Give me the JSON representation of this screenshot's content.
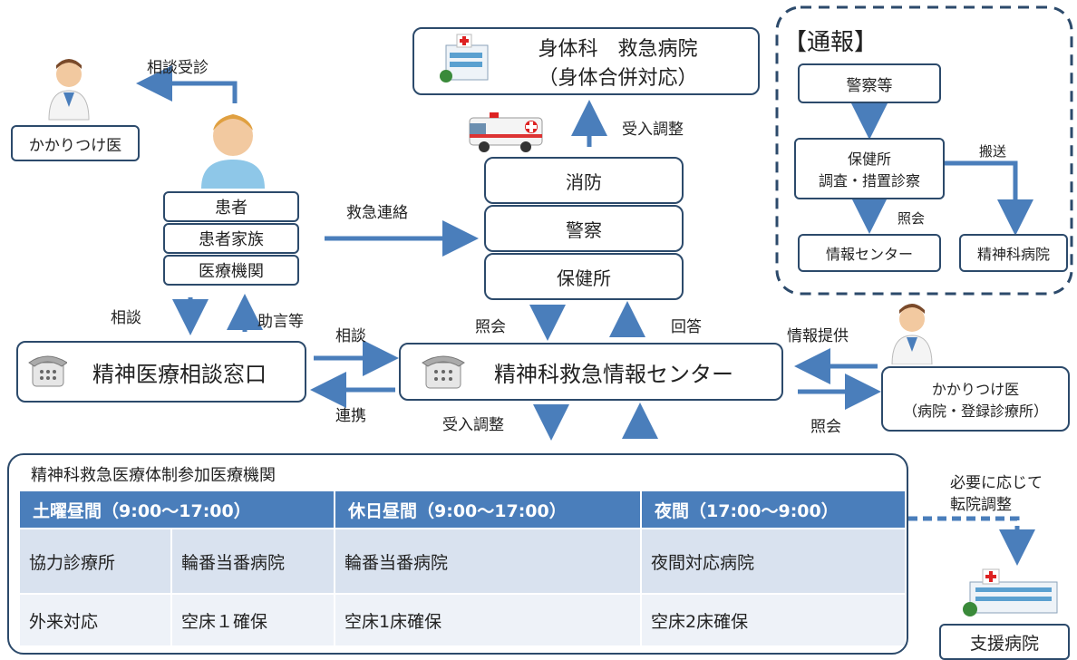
{
  "top_hospital": {
    "line1": "身体科　救急病院",
    "line2": "（身体合併対応）"
  },
  "report": {
    "title": "【通報】",
    "police_etc": "警察等",
    "health_center_line1": "保健所",
    "health_center_line2": "調査・措置診察",
    "transport": "搬送",
    "inquiry": "照会",
    "info_center": "情報センター",
    "psych_hospital": "精神科病院"
  },
  "family_doctor_left": "かかりつけ医",
  "consult_visit": "相談受診",
  "patient_boxes": [
    "患者",
    "患者家族",
    "医療機関"
  ],
  "emergency_contact": "救急連絡",
  "agencies": [
    "消防",
    "警察",
    "保健所"
  ],
  "accept_adjust_top": "受入調整",
  "consult": "相談",
  "advice": "助言等",
  "mental_consult_window": "精神医療相談窓口",
  "consult_to_center": "相談",
  "cooperation": "連携",
  "inquiry_label": "照会",
  "reply_label": "回答",
  "info_center_main": "精神科救急情報センター",
  "info_provide": "情報提供",
  "inquiry_right": "照会",
  "family_doctor_right": {
    "line1": "かかりつけ医",
    "line2": "（病院・登録診療所）"
  },
  "accept_adjust_bottom": "受入調整",
  "system_title": "精神科救急医療体制参加医療機関",
  "table_headers": [
    "土曜昼間（9:00～17:00）",
    "休日昼間（9:00～17:00）",
    "夜間（17:00～9:00）"
  ],
  "table_row1": [
    "協力診療所",
    "輪番当番病院",
    "輪番当番病院",
    "夜間対応病院"
  ],
  "table_row2": [
    "外来対応",
    "空床１確保",
    "空床1床確保",
    "空床2床確保"
  ],
  "transfer_note": {
    "line1": "必要に応じて",
    "line2": "転院調整"
  },
  "support_hospital": "支援病院",
  "colors": {
    "arrow": "#4a7ebb",
    "border": "#2c4a6b",
    "header": "#4a7ebb",
    "row1": "#d9e2ef",
    "row2": "#eef2f8"
  }
}
